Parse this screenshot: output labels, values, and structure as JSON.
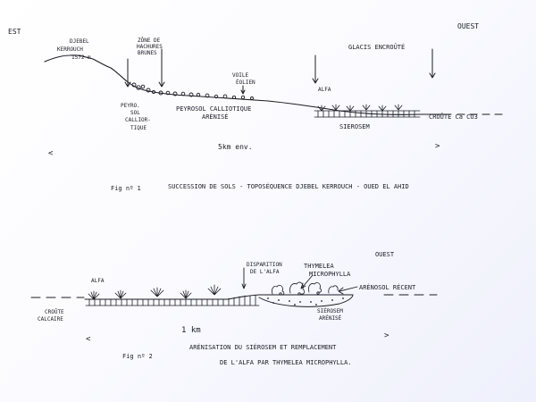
{
  "figure1": {
    "east": "EST",
    "west": "OUEST",
    "djebel_line1": "DJEBEL",
    "djebel_line2": "KERROUCH",
    "djebel_line3": "1572 m",
    "hachures_line1": "ZÔNE DE",
    "hachures_line2": "HACHURES",
    "hachures_line3": "BRUNES",
    "glacis": "GLACIS ENCROÛTÉ",
    "voile_line1": "VOILE",
    "voile_line2": "ÉOLIEN",
    "alfa": "ALFA",
    "sol_line1": "PEYRO.",
    "sol_line2": "SOL",
    "sol_line3": "CALLIOR-",
    "sol_line4": "TIQUE",
    "peyrosol_line1": "PEYROSOL CALLIOTIQUE",
    "peyrosol_line2": "ARÉNISÉ",
    "sierosem": "SIEROSEM",
    "croute": "CROÛTE Ca CO3",
    "left_arrow": "<",
    "right_arrow": ">",
    "scale": "5km env.",
    "caption_num": "Fig nº 1",
    "caption_text": "SUCCESSION DE SOLS - TOPOSÉQUENCE DJEBEL KERROUCH - OUED EL AHID"
  },
  "figure2": {
    "west": "OUEST",
    "alfa": "ALFA",
    "disparition_line1": "DISPARITION",
    "disparition_line2": "DE L'ALFA",
    "thymelea_line1": "THYMELEA",
    "thymelea_line2": "MICROPHYLLA",
    "arenosol": "ARÉNOSOL RÉCENT",
    "croute_line1": "CROÛTE",
    "croute_line2": "CALCAIRE",
    "sierosem_line1": "SIÉROSEM",
    "sierosem_line2": "ARÉNISÉ",
    "left_arrow": "<",
    "right_arrow": ">",
    "scale": "1 km",
    "caption_num": "Fig nº 2",
    "caption_line1": "ARÉNISATION DU SIÉROSEM ET REMPLACEMENT",
    "caption_line2": "DE L'ALFA PAR THYMELEA MICROPHYLLA."
  }
}
